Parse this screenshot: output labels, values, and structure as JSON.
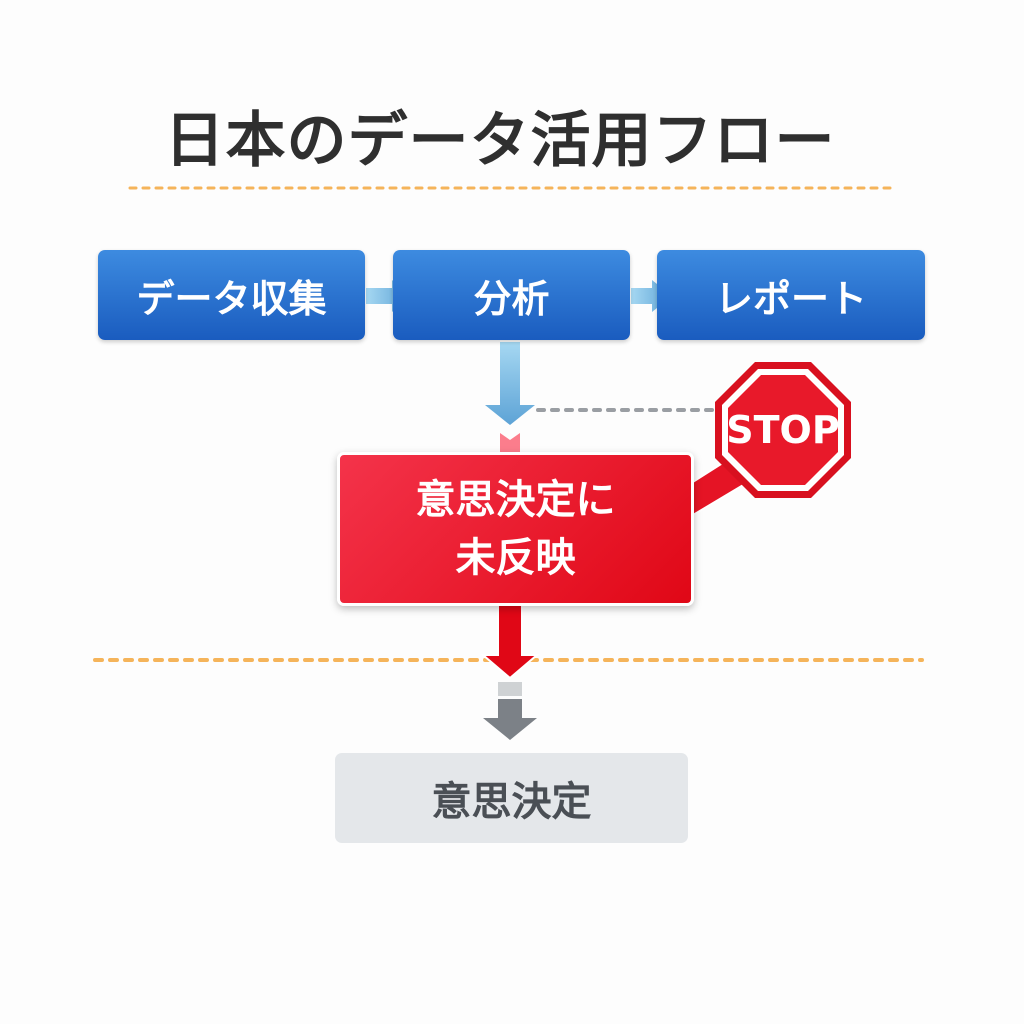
{
  "title": "日本のデータ活用フロー",
  "steps": [
    "データ収集",
    "分析",
    "レポート"
  ],
  "blocked": {
    "line1": "意思決定に",
    "line2": "未反映"
  },
  "stop_label": "STOP",
  "final": "意思決定",
  "colors": {
    "blue": "#1a5cbf",
    "red": "#e00716",
    "gray": "#e4e7ea",
    "divider": "#f5b45a"
  }
}
